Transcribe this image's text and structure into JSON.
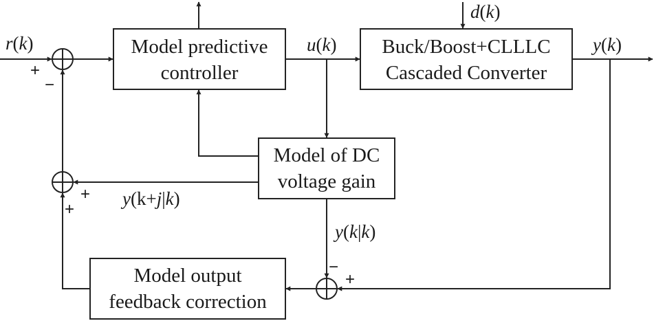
{
  "blocks": {
    "mpc": {
      "line1": "Model predictive",
      "line2": "controller"
    },
    "converter": {
      "line1": "Buck/Boost+CLLLC",
      "line2": "Cascaded Converter"
    },
    "gain_model": {
      "line1": "Model of DC",
      "line2": "voltage gain"
    },
    "correction": {
      "line1": "Model output",
      "line2": "feedback correction"
    }
  },
  "signals": {
    "reference": {
      "name": "r",
      "open": "(",
      "index": "k",
      "close": ")"
    },
    "control": {
      "name": "u",
      "open": "(",
      "index": "k",
      "close": ")"
    },
    "disturbance": {
      "name": "d",
      "open": "(",
      "index": "k",
      "close": ")"
    },
    "output": {
      "name": "y",
      "open": "(",
      "index": "k",
      "close": ")"
    },
    "prediction": {
      "name": "y",
      "open": "(k+",
      "j": "j",
      "bar": "|",
      "index": "k",
      "close": ")"
    },
    "model_output": {
      "name": "y",
      "open": "(",
      "k1": "k",
      "bar": "|",
      "k2": "k",
      "close": ")"
    }
  },
  "signs": {
    "sum1_ref": "+",
    "sum1_feedback": "−",
    "sum2_prediction": "+",
    "sum2_correction": "+",
    "sum3_model": "−",
    "sum3_output": "+"
  }
}
